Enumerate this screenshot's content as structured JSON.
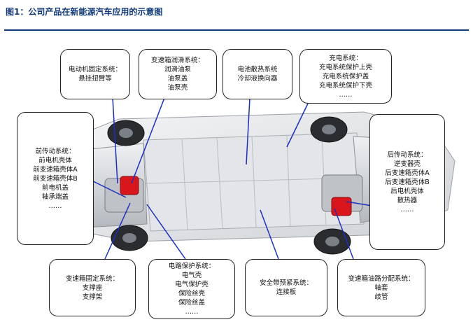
{
  "figure_title": "图1：公司产品在新能源汽车应用的示意图",
  "callouts": {
    "motor_mount": {
      "title": "电动机固定系统：",
      "items": [
        "悬挂扭臂等"
      ]
    },
    "gearbox_lube": {
      "title": "变速箱润滑系统：",
      "items": [
        "润滑油泵",
        "油泵盖",
        "油泵壳"
      ]
    },
    "battery_cooling": {
      "title": "电池散热系统",
      "items": [
        "冷却液换向器"
      ]
    },
    "charging": {
      "title": "充电系统：",
      "items": [
        "充电系统保护上壳",
        "充电系统保护盖",
        "充电系统保护下壳",
        "……"
      ]
    },
    "front_drive": {
      "title": "前传动系统：",
      "items": [
        "前电机壳体",
        "前变速箱壳体A",
        "前变速箱壳体B",
        "前电机盖",
        "轴承端盖",
        "……"
      ]
    },
    "rear_drive": {
      "title": "后传动系统：",
      "items": [
        "逆变器壳",
        "后变速箱壳体A",
        "后变速箱壳体B",
        "后电机壳体",
        "散热器",
        "……"
      ]
    },
    "gearbox_mount": {
      "title": "变速箱固定系统：",
      "items": [
        "支撑座",
        "支撑架"
      ]
    },
    "circuit_protect": {
      "title": "电路保护系统：",
      "items": [
        "电气壳",
        "电气保护壳",
        "保险丝壳",
        "保险丝盖",
        "……"
      ]
    },
    "seatbelt": {
      "title": "安全带预紧系统：",
      "items": [
        "连接板"
      ]
    },
    "gearbox_oil": {
      "title": "变速箱油路分配系统：",
      "items": [
        "轴套",
        "歧管"
      ]
    }
  },
  "colors": {
    "title": "#123a7a",
    "leader": "#1b2fc4",
    "highlight": "#d8161b",
    "chassis": "#c9ccd0"
  }
}
